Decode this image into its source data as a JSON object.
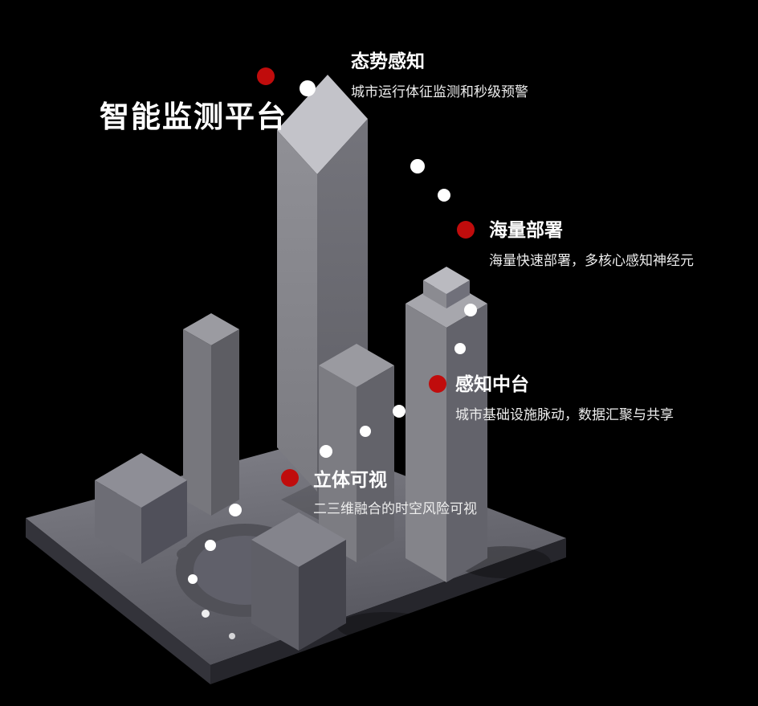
{
  "page": {
    "title": "智能监测平台"
  },
  "features": [
    {
      "heading": "态势感知",
      "subtitle": "城市运行体征监测和秒级预警"
    },
    {
      "heading": "海量部署",
      "subtitle": "海量快速部署，多核心感知神经元"
    },
    {
      "heading": "感知中台",
      "subtitle": "城市基础设施脉动，数据汇聚与共享"
    },
    {
      "heading": "立体可视",
      "subtitle": "二三维融合的时空风险可视"
    }
  ],
  "colors": {
    "background": "#000000",
    "accent_red": "#c00c0c",
    "text_primary": "#ffffff",
    "text_secondary": "#ededed",
    "building_gray": "#85858b"
  }
}
